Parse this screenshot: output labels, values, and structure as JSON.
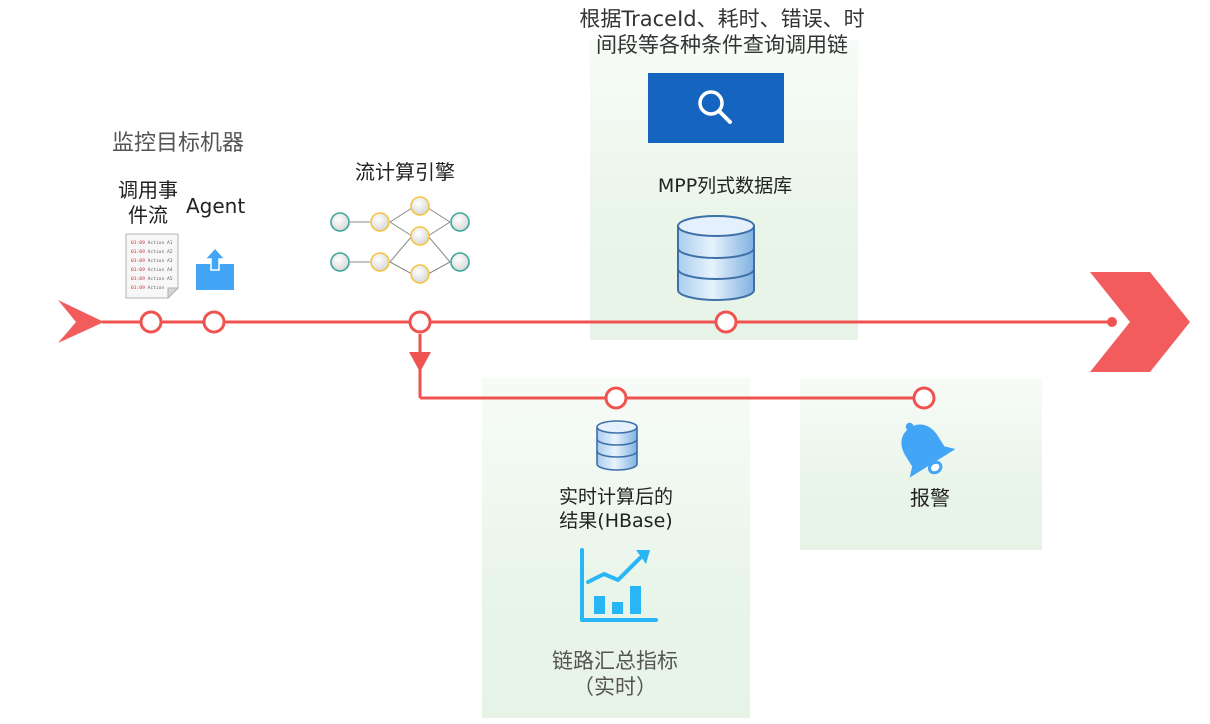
{
  "labels": {
    "monitor_target": "监控目标机器",
    "event_stream_line1": "调用事",
    "event_stream_line2": "件流",
    "agent": "Agent",
    "stream_engine": "流计算引擎",
    "query_line1": "根据TraceId、耗时、错误、时",
    "query_line2": "间段等各种条件查询调用链",
    "mpp_db": "MPP列式数据库",
    "hbase_line1": "实时计算后的",
    "hbase_line2": "结果(HBase)",
    "metrics_line1": "链路汇总指标",
    "metrics_line2": "（实时）",
    "alarm": "报警"
  },
  "document_lines": [
    "01:09 Action A1",
    "01:09 Action A2",
    "01:09 Action A3",
    "01:09 Action A4",
    "01:09 Action A5",
    "01:09 Action"
  ],
  "colors": {
    "line_red": "#ef5350",
    "arrow_red": "#f25c5c",
    "search_blue": "#1565c0",
    "db_blue": "#5b9bd5",
    "agent_blue": "#42a5f5",
    "chart_blue": "#29b6f6",
    "bell_blue": "#42a5f5",
    "node_gold": "#f4c542",
    "node_teal": "#3fa89a",
    "panel_green": "#eaf5ea"
  },
  "icons": [
    "log-document-icon",
    "upload-icon",
    "stream-graph-icon",
    "search-icon",
    "database-icon",
    "chart-icon",
    "bell-icon"
  ]
}
